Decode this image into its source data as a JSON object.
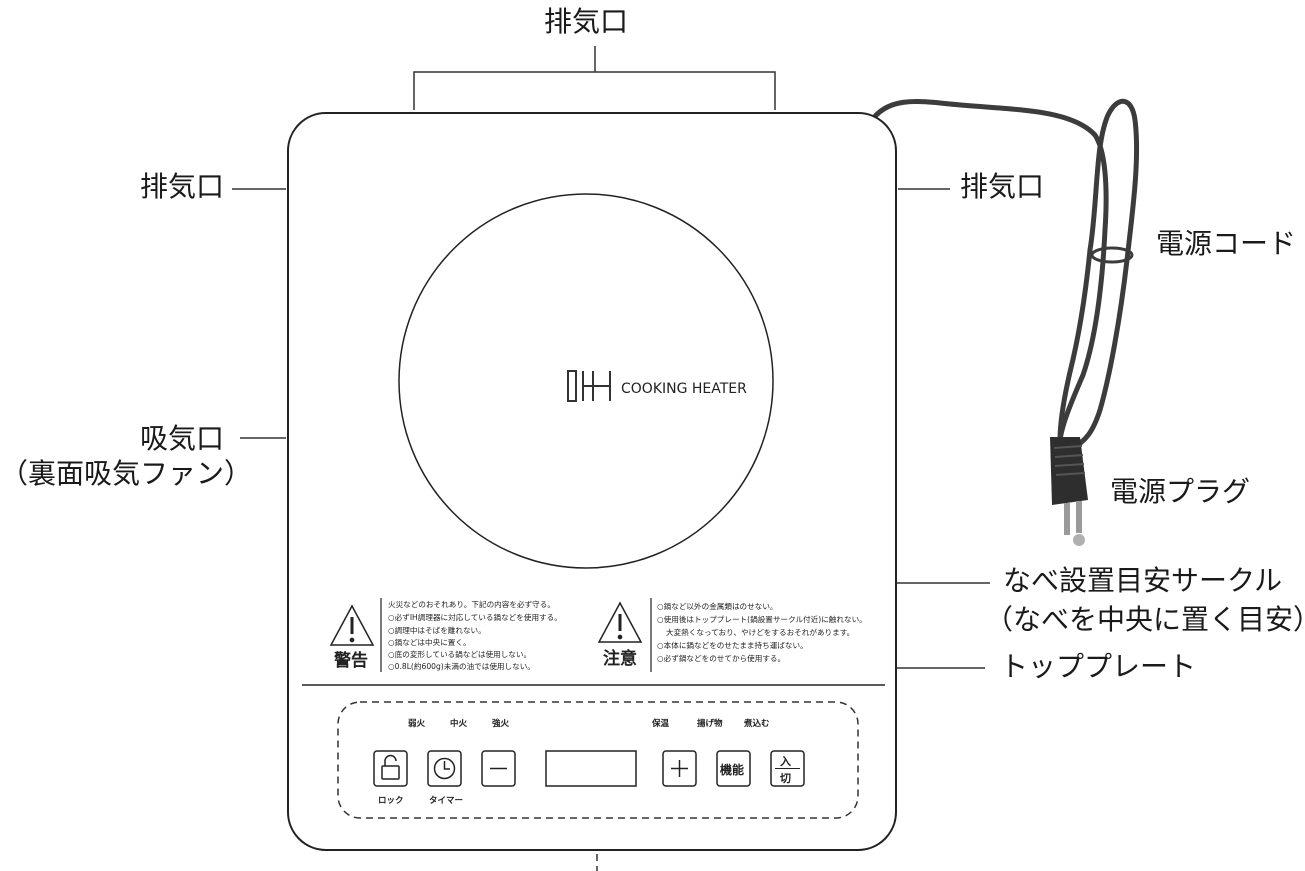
{
  "labels": {
    "exhaust_top": "排気口",
    "exhaust_left": "排気口",
    "exhaust_right": "排気口",
    "intake": "吸気口",
    "intake_sub": "（裏面吸気ファン）",
    "power_cord": "電源コード",
    "power_plug": "電源プラグ",
    "pot_circle": "なべ設置目安サークル",
    "pot_circle_sub": "（なべを中央に置く目安）",
    "top_plate": "トッププレート"
  },
  "device": {
    "logo_text": "COOKING HEATER",
    "warning": {
      "title": "警告",
      "lines": [
        "火災などのおそれあり。下記の内容を必ず守る。",
        "○必ずIH調理器に対応している鍋などを使用する。",
        "○調理中はそばを離れない。",
        "○鍋などは中央に置く。",
        "○底の変形している鍋などは使用しない。",
        "○0.8L(約600g)未満の油では使用しない。"
      ]
    },
    "caution": {
      "title": "注意",
      "lines": [
        "○鍋など以外の金属類はのせない。",
        "○使用後はトッププレート(鍋設置サークル付近)に触れない。",
        "大変熱くなっており、やけどをするおそれがあります。",
        "○本体に鍋などをのせたまま持ち運ばない。",
        "○必ず鍋などをのせてから使用する。"
      ]
    },
    "panel": {
      "heat_weak": "弱火",
      "heat_mid": "中火",
      "heat_strong": "強火",
      "mode_keepwarm": "保温",
      "mode_fry": "揚げ物",
      "mode_simmer": "煮込む",
      "lock_label": "ロック",
      "timer_label": "タイマー",
      "func_button": "機能",
      "power_top": "入",
      "power_bottom": "切"
    }
  }
}
